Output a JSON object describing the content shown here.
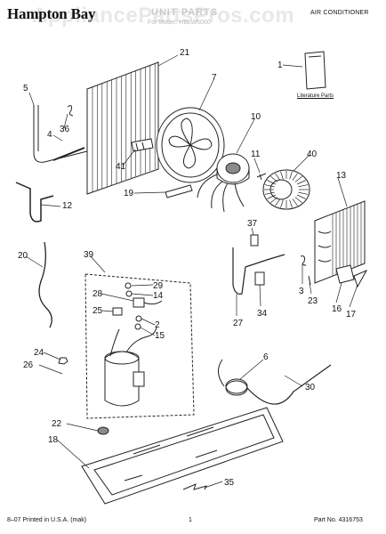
{
  "header": {
    "brand": "Hampton Bay",
    "sheet_title": "UNIT PARTS",
    "part_number_line": "For Model: HBLW5000",
    "section": "AIR CONDITIONER",
    "watermark": "AppliancePartsPros.com"
  },
  "literature_label": "Literature Parts",
  "callouts": [
    "1",
    "2",
    "3",
    "4",
    "5",
    "6",
    "7",
    "10",
    "11",
    "12",
    "13",
    "14",
    "15",
    "16",
    "17",
    "18",
    "19",
    "20",
    "21",
    "22",
    "23",
    "24",
    "25",
    "26",
    "27",
    "28",
    "29",
    "30",
    "34",
    "35",
    "36",
    "37",
    "39",
    "40",
    "41"
  ],
  "footer": {
    "left": "8–07 Printed in U.S.A. (mak)",
    "center": "1",
    "right": "Part No. 4316753"
  },
  "colors": {
    "line": "#222222",
    "fill": "#ffffff",
    "shade": "#8a8a8a"
  }
}
